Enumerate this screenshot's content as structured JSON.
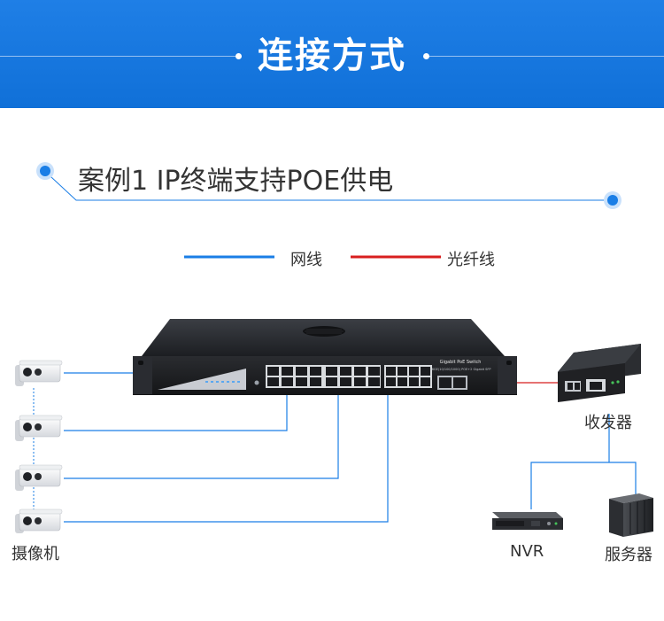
{
  "header": {
    "title": "连接方式"
  },
  "case": {
    "title": "案例1  IP终端支持POE供电"
  },
  "legend": [
    {
      "label": "网线",
      "color": "#1a7ee6"
    },
    {
      "label": "光纤线",
      "color": "#d81e1e"
    }
  ],
  "switch": {
    "brand_label": "Gigabit PoE Switch",
    "model_label": "16GE(10/100/1000) POE+2 Gigabit SFP"
  },
  "devices": {
    "camera_label": "摄像机",
    "transceiver_label": "收发器",
    "nvr_label": "NVR",
    "server_label": "服务器"
  },
  "colors": {
    "header_blue": "#1677e0",
    "accent_blue": "#1a7ee6",
    "fiber_red": "#d81e1e"
  }
}
